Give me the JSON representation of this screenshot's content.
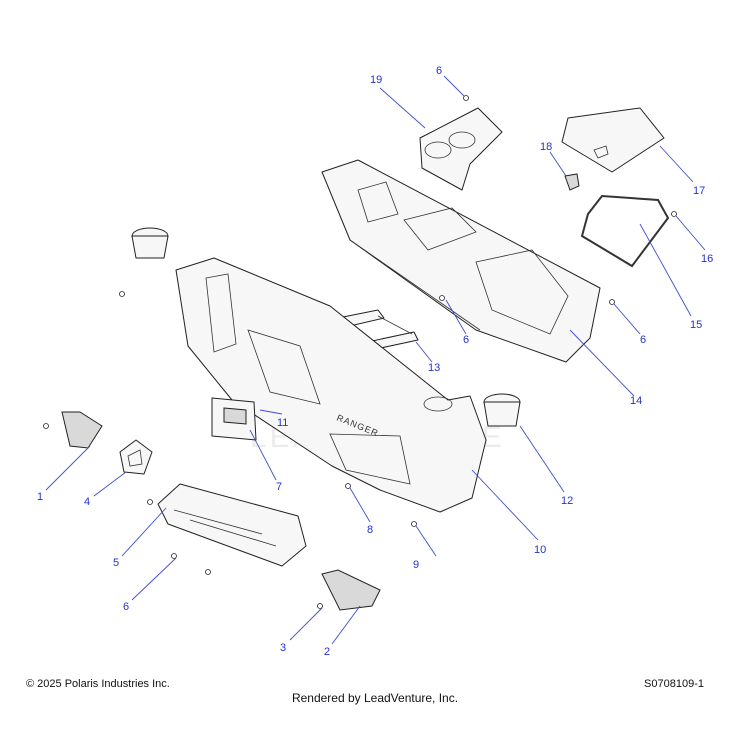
{
  "callouts": [
    {
      "id": "c1",
      "label": "1"
    },
    {
      "id": "c2",
      "label": "2"
    },
    {
      "id": "c3",
      "label": "3"
    },
    {
      "id": "c4",
      "label": "4"
    },
    {
      "id": "c5",
      "label": "5"
    },
    {
      "id": "c6a",
      "label": "6"
    },
    {
      "id": "c6b",
      "label": "6"
    },
    {
      "id": "c6c",
      "label": "6"
    },
    {
      "id": "c6d",
      "label": "6"
    },
    {
      "id": "c7",
      "label": "7"
    },
    {
      "id": "c8",
      "label": "8"
    },
    {
      "id": "c9",
      "label": "9"
    },
    {
      "id": "c10",
      "label": "10"
    },
    {
      "id": "c11",
      "label": "11"
    },
    {
      "id": "c12",
      "label": "12"
    },
    {
      "id": "c13",
      "label": "13"
    },
    {
      "id": "c14",
      "label": "14"
    },
    {
      "id": "c15",
      "label": "15"
    },
    {
      "id": "c16",
      "label": "16"
    },
    {
      "id": "c17",
      "label": "17"
    },
    {
      "id": "c18",
      "label": "18"
    },
    {
      "id": "c19",
      "label": "19"
    }
  ],
  "dash_brand": "RANGER",
  "watermark": "LEADVENTURE",
  "footer": {
    "copyright": "© 2025 Polaris Industries Inc.",
    "diagram_id": "S0708109-1",
    "rendered_by": "Rendered by LeadVenture, Inc."
  },
  "colors": {
    "callout": "#2233cc",
    "line": "#222222"
  }
}
